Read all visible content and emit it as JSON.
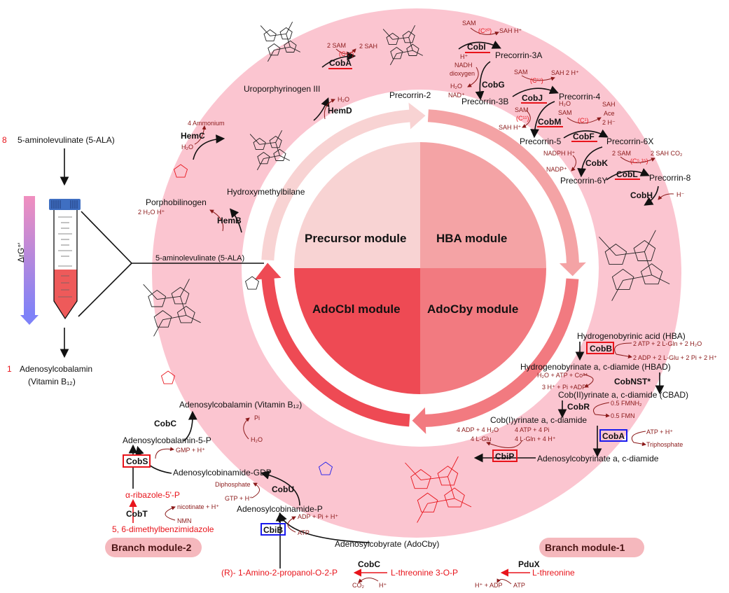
{
  "left_panel": {
    "count_top": "8",
    "substrate": "5-aminolevulinate (5-ALA)",
    "axis_label": "ΔrG°'",
    "count_bottom": "1",
    "product_line1": "Adenosylcobalamin",
    "product_line2": "(Vitamin B₁₂)",
    "gradient_colors": [
      "#f08fbf",
      "#7f82f8"
    ],
    "tube_cap_color": "#3f6fc2",
    "tube_fill_color": "#ee5a5a"
  },
  "modules": {
    "precursor": "Precursor module",
    "hba": "HBA module",
    "adocbl": "AdoCbl module",
    "adocby": "AdoCby module",
    "colors": {
      "precursor": "#f8d3d3",
      "hba": "#f4a3a5",
      "adocbl": "#ee4a54",
      "adocby": "#f27a80",
      "ring": "#fbc5d0"
    }
  },
  "branches": {
    "m1": "Branch module-1",
    "m2": "Branch module-2"
  },
  "compounds": {
    "ala": "5-aminolevulinate (5-ALA)",
    "pbg": "Porphobilinogen",
    "hmb": "Hydroxymethylbilane",
    "uro": "Uroporphyrinogen III",
    "pc2": "Precorrin-2",
    "pc3a": "Precorrin-3A",
    "pc3b": "Precorrin-3B",
    "pc4": "Precorrin-4",
    "pc5": "Precorrin-5",
    "pc6x": "Precorrin-6X",
    "pc6y": "Precorrin-6Y",
    "pc8": "Precorrin-8",
    "hba": "Hydrogenobyrinic acid (HBA)",
    "hbad": "Hydrogenobyrinate a, c-diamide (HBAD)",
    "cbad": "Cob(II)yrinate a, c-diamide (CBAD)",
    "cob1": "Cob(I)yrinate a, c-diamide",
    "adocbyrin": "Adenosylcobyrinate a, c-diamide",
    "adocby": "Adenosylcobyrate (AdoCby)",
    "adocbi_p": "Adenosylcobinamide-P",
    "adocbi_gdp": "Adenosylcobinamide-GDP",
    "adocbl_5p": "Adenosylcobalamin-5-P",
    "adocbl": "Adenosylcobalamin (Vitamin B₁₂)",
    "ribazole": "α-ribazole-5'-P",
    "dmb": "5, 6-dimethylbenzimidazole",
    "amp": "(R)- 1-Amino-2-propanol-O-2-P",
    "thrp": "L-threonine 3-O-P",
    "thr": "L-threonine"
  },
  "enzymes": {
    "hemb": "HemB",
    "hemc": "HemC",
    "hemd": "HemD",
    "coba": "CobA",
    "cobi": "CobI",
    "cobg": "CobG",
    "cobj": "CobJ",
    "cobm": "CobM",
    "cobf": "CobF",
    "cobk": "CobK",
    "cobl": "CobL",
    "cobh": "CobH",
    "cobb": "CobB",
    "cobnst": "CobNST*",
    "cobr": "CobR",
    "coba2": "CobA",
    "cbip": "CbiP",
    "cbib": "CbiB",
    "cobu": "CobU",
    "cobc": "CobC",
    "cobs": "CobS",
    "cobt": "CobT",
    "cobc2": "CobC",
    "pdux": "PduX"
  },
  "cofactors": {
    "hemb": "2 H₂O  H⁺",
    "hemc_out": "4 Ammonium",
    "hemc_in": "H₂O",
    "hemd": "H₂O",
    "coba_in": "2 SAM",
    "coba_site": "(C²,⁷)",
    "coba_out": "2 SAH",
    "cobi_in": "SAM",
    "cobi_site": "(C²⁰)",
    "cobi_out": "SAH  H⁺",
    "cobg_h": "H⁺",
    "cobg_nadh": "NADH",
    "cobg_o2": "dioxygen",
    "cobg_h2o": "H₂O",
    "cobg_nad": "NAD⁺",
    "cobj_in": "SAM",
    "cobj_site": "(C¹⁷)",
    "cobj_out": "SAH  2 H⁺",
    "cobm_in": "SAM",
    "cobm_site": "(C¹¹)",
    "cobm_out": "SAH H⁺",
    "cobf_h2o": "H₂O",
    "cobf_sam": "SAM",
    "cobf_site": "(C¹)",
    "cobf_sah": "SAH",
    "cobf_ace": "Ace",
    "cobf_h": "2 H⁻",
    "cobk_in": "NADPH H⁺",
    "cobk_out": "NADP⁺",
    "cobl_in": "2 SAM",
    "cobl_site": "(C⁵,¹⁵)",
    "cobl_out": "2 SAH  CO₂",
    "cobh": "H⁻",
    "cobb_in": "2 ATP + 2 L-Gln + 2 H₂O",
    "cobb_out": "2 ADP + 2 L-Glu + 2 Pi + 2 H⁺",
    "cobnst_in": "H₂O + ATP + Co²⁺",
    "cobnst_out": "3 H⁺ + Pi +ADP",
    "cobr_in": "0.5 FMNH₂",
    "cobr_out": "0.5 FMN",
    "cbip_out1": "4 ADP + 4 H₂O",
    "cbip_in1": "4 ATP + 4 Pi",
    "cbip_out2": "4 L-Glu",
    "cbip_in2": "4 L-Gln + 4 H⁺",
    "coba2_in": "ATP + H⁺",
    "coba2_out": "Triphosphate",
    "cbib_out": "ADP + Pi + H⁺",
    "cbib_in": "ATP",
    "cobu_out": "Diphosphate",
    "cobu_in": "GTP + H⁺",
    "cobs_out": "GMP + H⁺",
    "cobc_out": "Pi",
    "cobc_in": "H₂O",
    "cobt_out": "nicotinate + H⁺",
    "cobt_in": "NMN",
    "cobc2_out": "CO₂",
    "cobc2_in": "H⁺",
    "pdux_out": "H⁺ + ADP",
    "pdux_in": "ATP"
  }
}
